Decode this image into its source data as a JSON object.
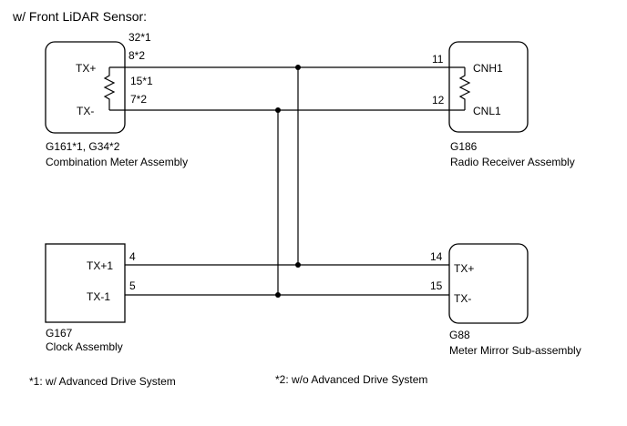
{
  "title": "w/ Front LiDAR Sensor:",
  "colors": {
    "line": "#000000",
    "background": "#ffffff"
  },
  "components": {
    "combination_meter": {
      "code": "G161*1, G34*2",
      "name": "Combination Meter Assembly",
      "pins": {
        "tx_plus": {
          "label": "TX+",
          "num1": "32*1",
          "num2": "8*2"
        },
        "tx_minus": {
          "label": "TX-",
          "num1": "15*1",
          "num2": "7*2"
        }
      }
    },
    "radio_receiver": {
      "code": "G186",
      "name": "Radio Receiver Assembly",
      "pins": {
        "cnh1": {
          "label": "CNH1",
          "num": "11"
        },
        "cnl1": {
          "label": "CNL1",
          "num": "12"
        }
      }
    },
    "clock": {
      "code": "G167",
      "name": "Clock Assembly",
      "pins": {
        "tx_plus1": {
          "label": "TX+1",
          "num": "4"
        },
        "tx_minus1": {
          "label": "TX-1",
          "num": "5"
        }
      }
    },
    "meter_mirror": {
      "code": "G88",
      "name": "Meter Mirror Sub-assembly",
      "pins": {
        "tx_plus": {
          "label": "TX+",
          "num": "14"
        },
        "tx_minus": {
          "label": "TX-",
          "num": "15"
        }
      }
    }
  },
  "footnotes": {
    "note1": "*1: w/ Advanced Drive System",
    "note2": "*2: w/o Advanced Drive System"
  }
}
